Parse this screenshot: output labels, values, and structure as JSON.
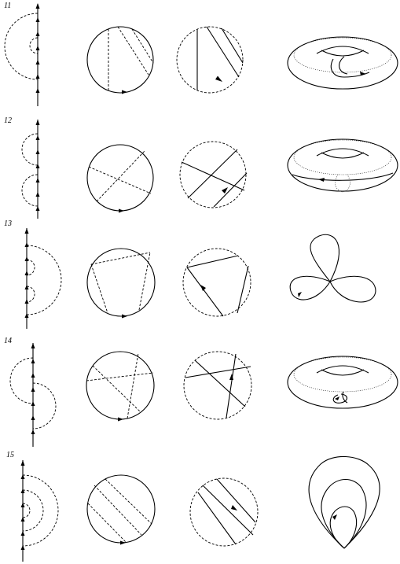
{
  "rows": [
    {
      "label": "11"
    },
    {
      "label": "12"
    },
    {
      "label": "13"
    },
    {
      "label": "14"
    },
    {
      "label": "15"
    }
  ]
}
